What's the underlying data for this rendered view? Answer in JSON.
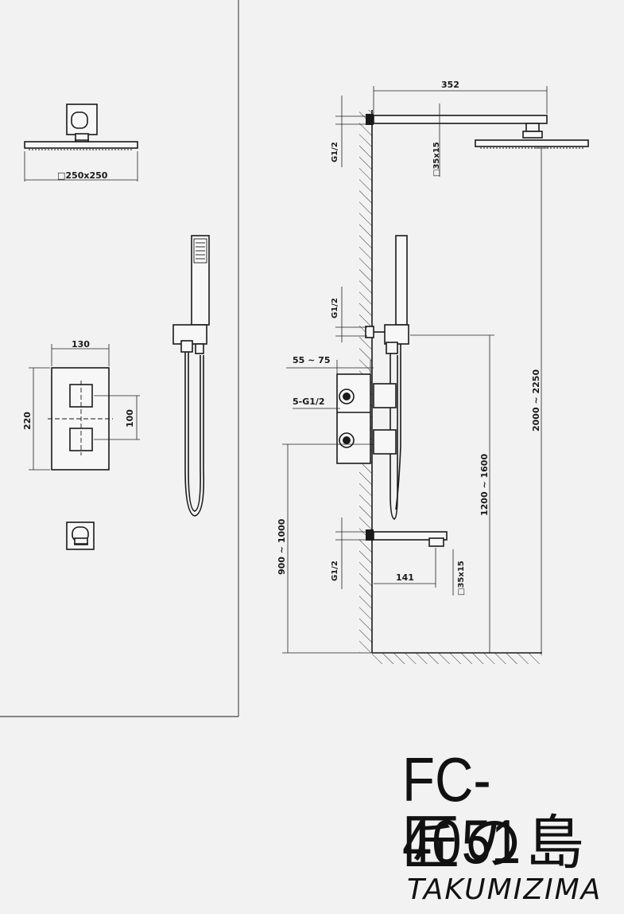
{
  "product": {
    "model": "FC-4051",
    "brand_kanji": "匠の島",
    "brand_latin": "TAKUMIZIMA"
  },
  "dimensions": {
    "head_size": "□250x250",
    "arm_length": "352",
    "arm_section": "□35x15",
    "top_thread": "G1/2",
    "mid_thread": "G1/2",
    "bottom_thread": "G1/2",
    "wall_depth": "55 ~ 75",
    "valve_ports": "5-G1/2",
    "plate_width": "130",
    "plate_height": "220",
    "handle_spacing": "100",
    "head_height": "2000 ~ 2250",
    "holder_height": "1200 ~ 1600",
    "spout_height": "900 ~ 1000",
    "spout_length": "141",
    "spout_section": "□35x15"
  }
}
